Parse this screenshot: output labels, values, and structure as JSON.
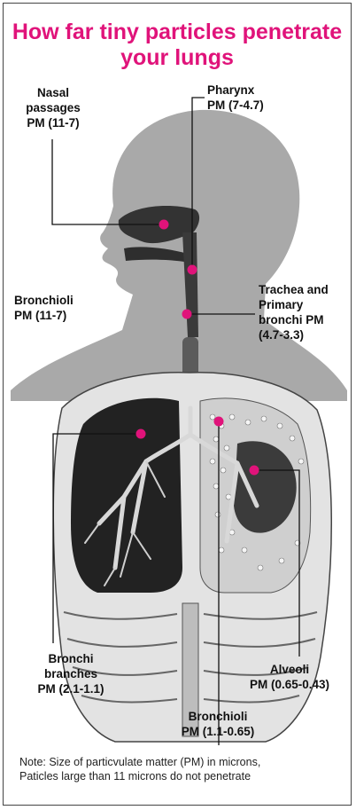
{
  "title": {
    "line1": "How far tiny particles penetrate",
    "line2": "your lungs"
  },
  "labels": {
    "nasal": [
      "Nasal",
      "passages",
      "PM (11-7)"
    ],
    "pharynx": [
      "Pharynx",
      "PM (7-4.7)"
    ],
    "bronchioli_upper": [
      "Bronchioli",
      "PM (11-7)"
    ],
    "trachea": [
      "Trachea and",
      "Primary",
      "bronchi PM",
      "(4.7-3.3)"
    ],
    "alveoli": [
      "Alveoli",
      "PM (0.65-0.43)"
    ],
    "bronchi_branches": [
      "Bronchi",
      "branches",
      "PM (2.1-1.1)"
    ],
    "bronchioli_lower": [
      "Bronchioli",
      "PM (1.1-0.65)"
    ]
  },
  "note": {
    "line1": "Note: Size of particvulate matter (PM) in microns,",
    "line2": "Paticles large than 11 microns do not penetrate"
  },
  "colors": {
    "accent": "#e0137a",
    "silhouette": "#a9a9a9"
  }
}
